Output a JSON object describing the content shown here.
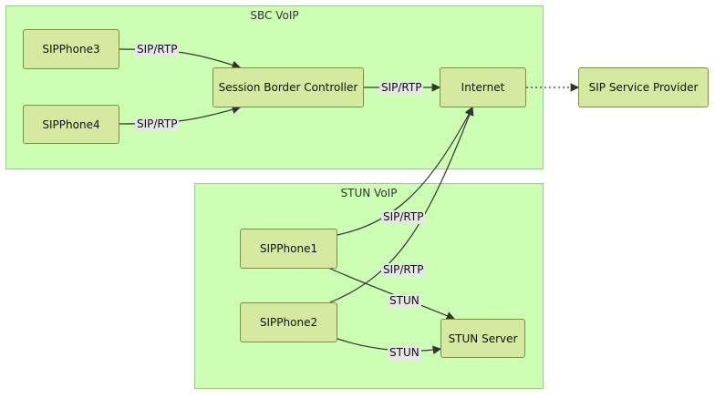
{
  "clusters": {
    "sbc": {
      "title": "SBC VoIP"
    },
    "stun": {
      "title": "STUN VoIP"
    }
  },
  "nodes": {
    "sipphone3": "SIPPhone3",
    "sipphone4": "SIPPhone4",
    "sbc": "Session Border Controller",
    "internet": "Internet",
    "provider": "SIP Service Provider",
    "sipphone1": "SIPPhone1",
    "sipphone2": "SIPPhone2",
    "stun_server": "STUN Server"
  },
  "edges": {
    "p3_sbc": "SIP/RTP",
    "p4_sbc": "SIP/RTP",
    "sbc_internet": "SIP/RTP",
    "p1_internet": "SIP/RTP",
    "p2_internet": "SIP/RTP",
    "p1_stun": "STUN",
    "p2_stun": "STUN"
  },
  "colors": {
    "cluster_fill": "#ccffb3",
    "node_fill": "#d6e9a0",
    "edge": "#333333"
  }
}
